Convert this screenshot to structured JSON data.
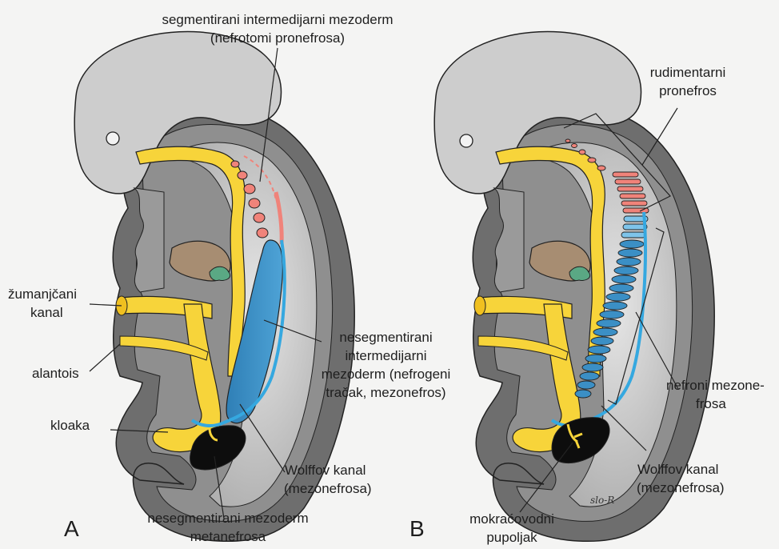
{
  "panels": {
    "a": {
      "letter": "A",
      "labels": {
        "segmented_mesoderm": "segmentirani intermedijarni mezoderm",
        "segmented_mesoderm_sub": "(nefrotomi pronefrosa)",
        "yolk_duct_1": "žumanjčani",
        "yolk_duct_2": "kanal",
        "allantois": "alantois",
        "cloaca": "kloaka",
        "unsegmented_1": "nesegmentirani",
        "unsegmented_2": "intermedijarni",
        "unsegmented_3": "mezoderm (nefrogeni",
        "unsegmented_4": "tračak, mezonefros)",
        "wolff_1": "Wolffov kanal",
        "wolff_2": "(mezonefrosa)",
        "metanephros_1": "nesegmentirani mezoderm",
        "metanephros_2": "metanefrosa"
      }
    },
    "b": {
      "letter": "B",
      "labels": {
        "rudimentary_1": "rudimentarni",
        "rudimentary_2": "pronefros",
        "nephrons_1": "nefroni mezone-",
        "nephrons_2": "frosa",
        "wolff_1": "Wolffov kanal",
        "wolff_2": "(mezonefrosa)",
        "ureteric_1": "mokraćovodni",
        "ureteric_2": "pupoljak"
      }
    }
  },
  "signature": "slo-R",
  "colors": {
    "background": "#f4f4f3",
    "outer_body": "#8b8b8b",
    "outer_body_dark": "#5f5f5f",
    "head": "#c9c9c9",
    "cavity": "#d7d7d7",
    "cavity_dark": "#a9a9a9",
    "yolk": "#f7d43a",
    "liver": "#a78d72",
    "pancreas": "#5aa884",
    "pronephros": "#f0837a",
    "mesonephros": "#3b8fc5",
    "wolffian_duct": "#35a8e0",
    "metanephros": "#0d0d0d",
    "line": "#222222"
  }
}
